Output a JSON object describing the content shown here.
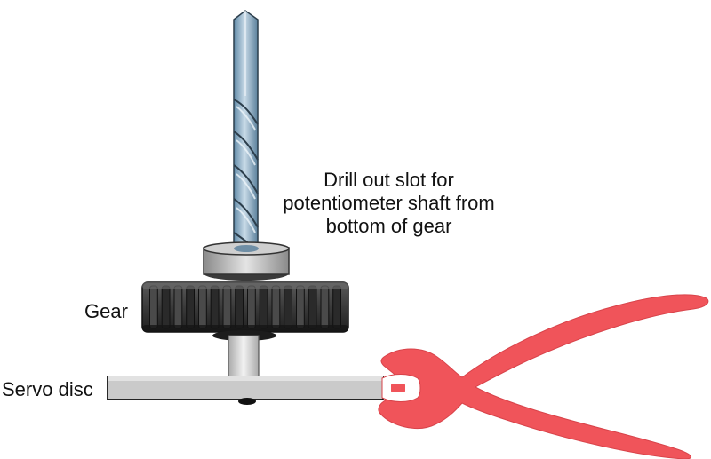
{
  "labels": {
    "note_lines": [
      "Drill out slot for",
      "potentiometer shaft from",
      "bottom of gear"
    ],
    "gear": "Gear",
    "servo_disc": "Servo disc"
  },
  "colors": {
    "drill_bit": "#8fb4cf",
    "drill_bit_dark": "#4f7893",
    "gear": "#3d3d3d",
    "gear_dark": "#1e1e1e",
    "hub": "#b5b5b5",
    "shaft": "#d9d9d9",
    "disc": "#c8c8c8",
    "pliers": "#f0545a"
  },
  "icons": {
    "drill": "drill-bit-icon",
    "gear": "spur-gear-icon",
    "disc": "servo-disc-icon",
    "pliers": "pliers-icon"
  }
}
